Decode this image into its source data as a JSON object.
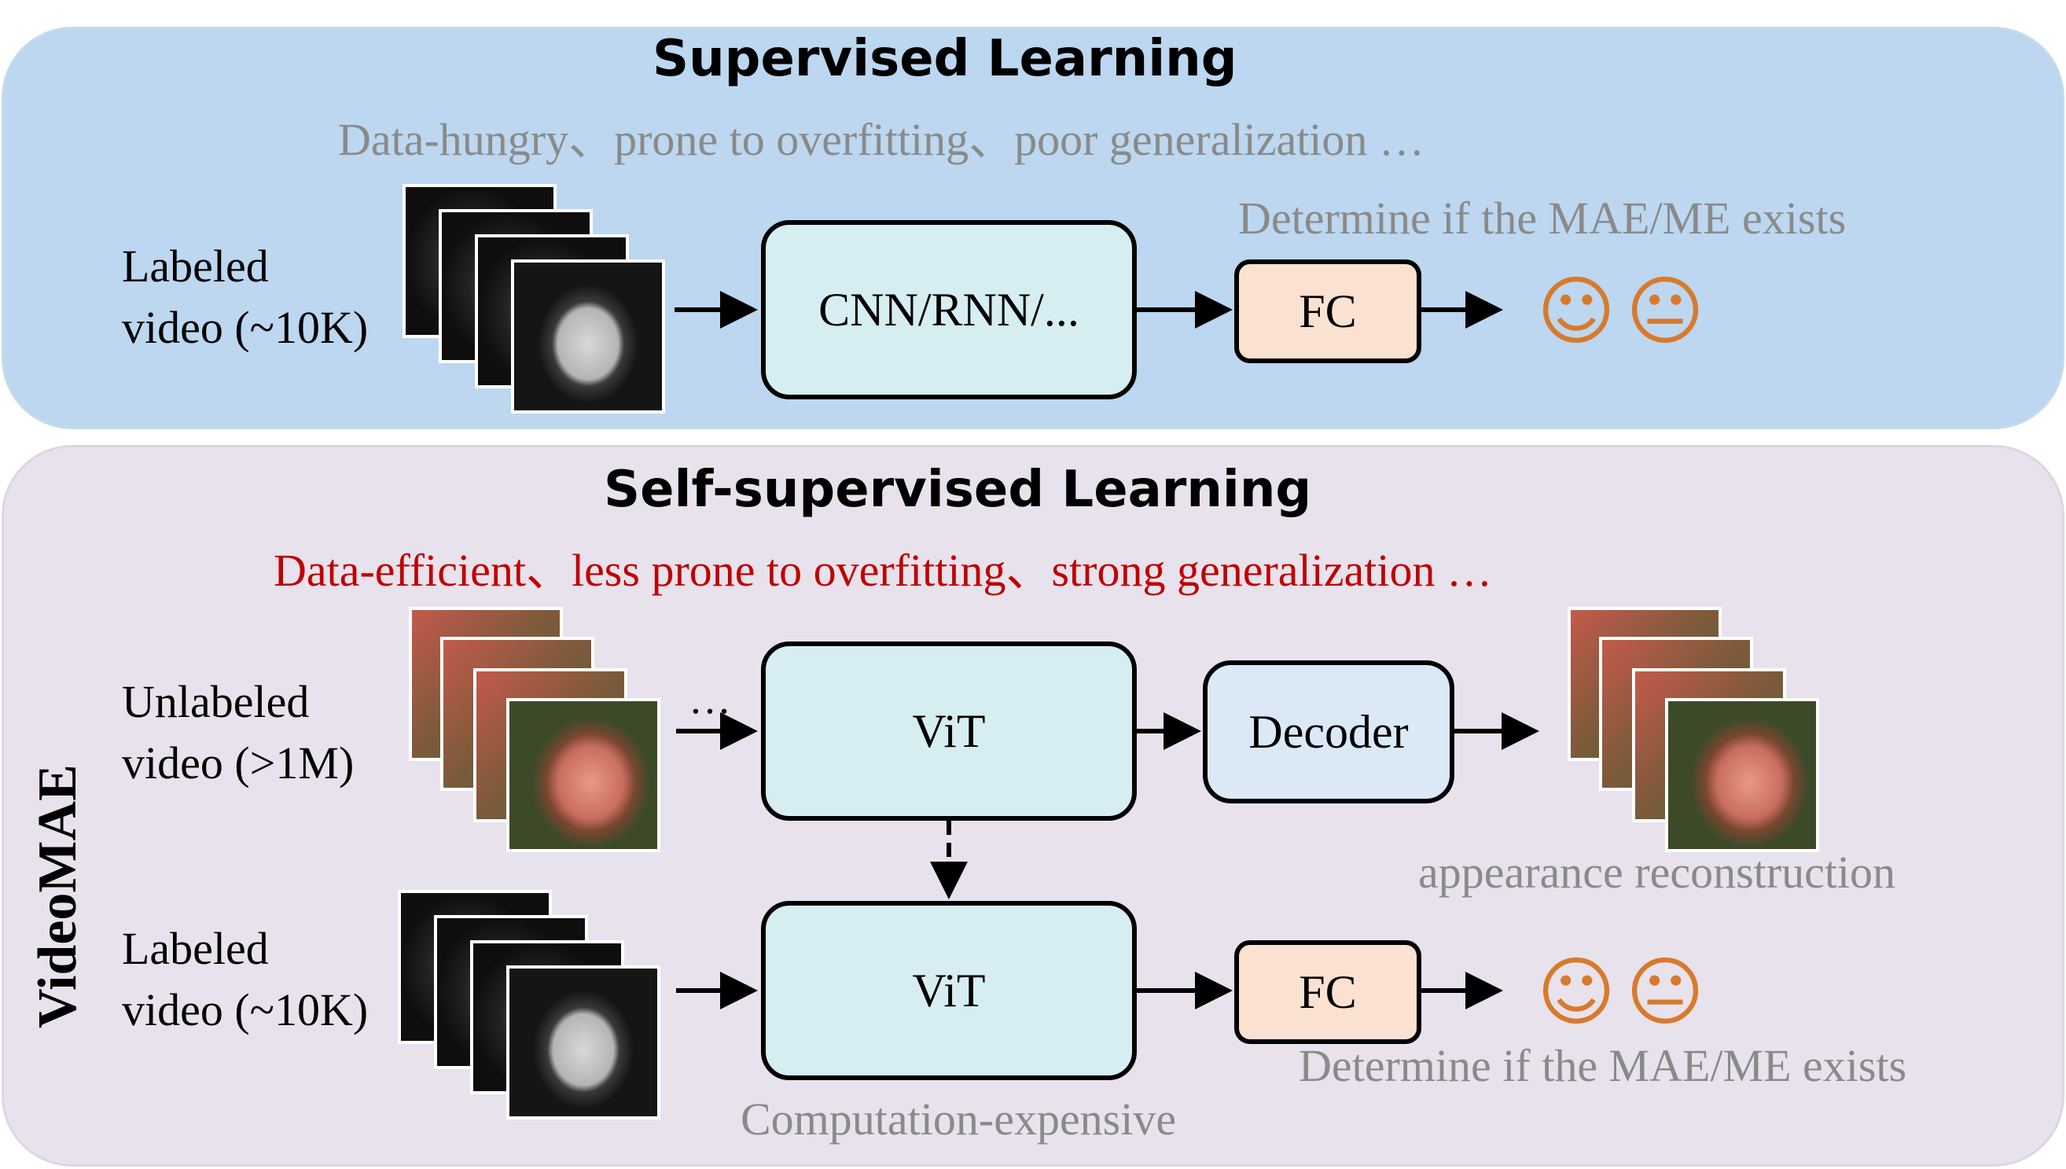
{
  "supervised": {
    "title": "Supervised Learning",
    "subtitle": "Data-hungry、prone to overfitting、poor generalization …",
    "input_label_line1": "Labeled",
    "input_label_line2": "video (~10K)",
    "model_label": "CNN/RNN/...",
    "head_label": "FC",
    "output_caption": "Determine if the MAE/ME exists",
    "emoji_happy": "☺",
    "emoji_neutral": "😐"
  },
  "self_supervised": {
    "title": "Self-supervised Learning",
    "subtitle": "Data-efficient、less prone to overfitting、strong generalization …",
    "vertical_label": "VideoMAE",
    "pretrain": {
      "input_label_line1": "Unlabeled",
      "input_label_line2": "video (>1M)",
      "ellipsis": "…",
      "encoder_label": "ViT",
      "decoder_label": "Decoder",
      "output_caption": "appearance reconstruction"
    },
    "finetune": {
      "input_label_line1": "Labeled",
      "input_label_line2": "video (~10K)",
      "encoder_label": "ViT",
      "head_label": "FC",
      "output_caption": "Determine if the MAE/ME exists",
      "cost_caption": "Computation-expensive",
      "emoji_happy": "☺",
      "emoji_neutral": "😐"
    }
  },
  "colors": {
    "top_panel": "#bcd7ef",
    "bottom_panel": "#e8e2ec",
    "model_box": "#d6eef2",
    "decoder_box": "#dbe8f6",
    "fc_box": "#fbe1d2",
    "emoji": "#d87a2c",
    "highlight_red": "#c00000",
    "caption_gray": "#8a8a8a"
  }
}
